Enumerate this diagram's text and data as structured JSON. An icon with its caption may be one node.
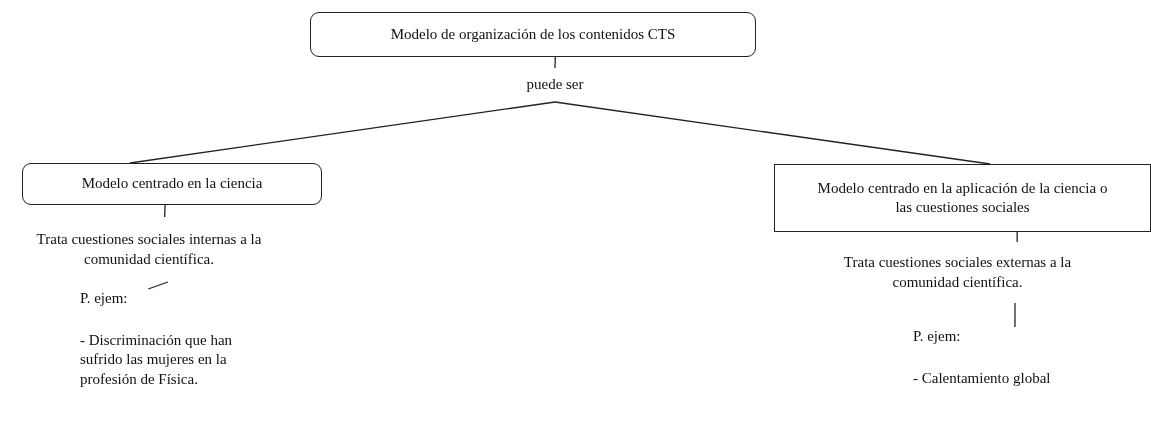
{
  "diagram": {
    "nodes": [
      {
        "text": [
          "Modelo de organización de los contenidos CTS"
        ]
      },
      {
        "text": [
          "puede ser"
        ]
      },
      {
        "text": [
          "Modelo centrado en la ciencia"
        ]
      },
      {
        "text": [
          "Modelo centrado en la aplicación de la ciencia o las cuestiones sociales"
        ]
      },
      {
        "text": [
          "Trata cuestiones sociales internas a la comunidad científica."
        ]
      },
      {
        "text": [
          "P. ejem:",
          "- Discriminación que han sufrido las mujeres en la profesión de Física."
        ]
      },
      {
        "text": [
          "Trata cuestiones sociales externas a la comunidad científica."
        ]
      },
      {
        "text": [
          "P. ejem:",
          "- Calentamiento global"
        ]
      }
    ],
    "edges": [
      {
        "from": 0,
        "to": 1,
        "arrow": "none"
      },
      {
        "from": 1,
        "to": 2,
        "arrow": "none"
      },
      {
        "from": 1,
        "to": 3,
        "arrow": "none"
      },
      {
        "from": 2,
        "to": 4,
        "arrow": "none"
      },
      {
        "from": 4,
        "to": 5,
        "arrow": "none"
      },
      {
        "from": 3,
        "to": 6,
        "arrow": "none"
      },
      {
        "from": 6,
        "to": 7,
        "arrow": "none"
      }
    ]
  }
}
